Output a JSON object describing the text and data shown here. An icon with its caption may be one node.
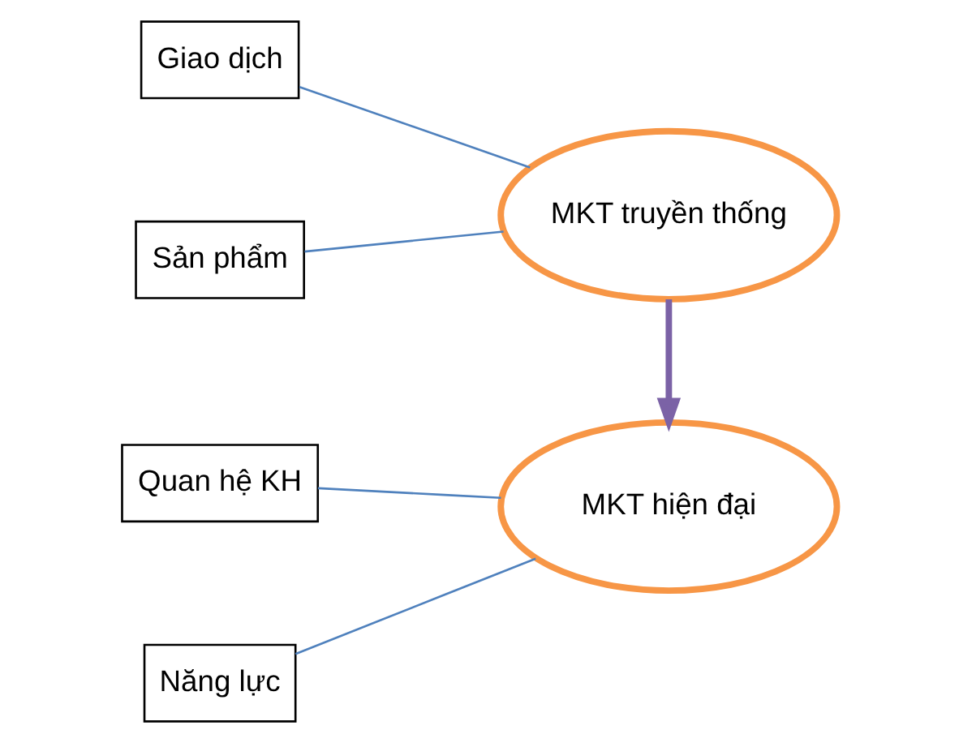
{
  "diagram": {
    "nodes": [
      {
        "text": [
          "Quan hệ KH"
        ]
      },
      {
        "text": [
          "MKT hiện đại"
        ]
      },
      {
        "text": [
          "Giao dịch"
        ]
      },
      {
        "text": [
          "MKT truyền thống"
        ]
      },
      {
        "text": [
          "Sản phẩm"
        ]
      },
      {
        "text": [
          "Năng lực"
        ]
      }
    ],
    "edges": [
      {
        "from": 0,
        "to": 1,
        "arrow": "none"
      },
      {
        "from": 2,
        "to": 3,
        "arrow": "none"
      },
      {
        "from": 3,
        "to": 1,
        "arrow": "to",
        "style": "thick",
        "color": "#7b62a6"
      },
      {
        "from": 4,
        "to": 3,
        "arrow": "none"
      },
      {
        "from": 5,
        "to": 1,
        "arrow": "none"
      }
    ]
  }
}
